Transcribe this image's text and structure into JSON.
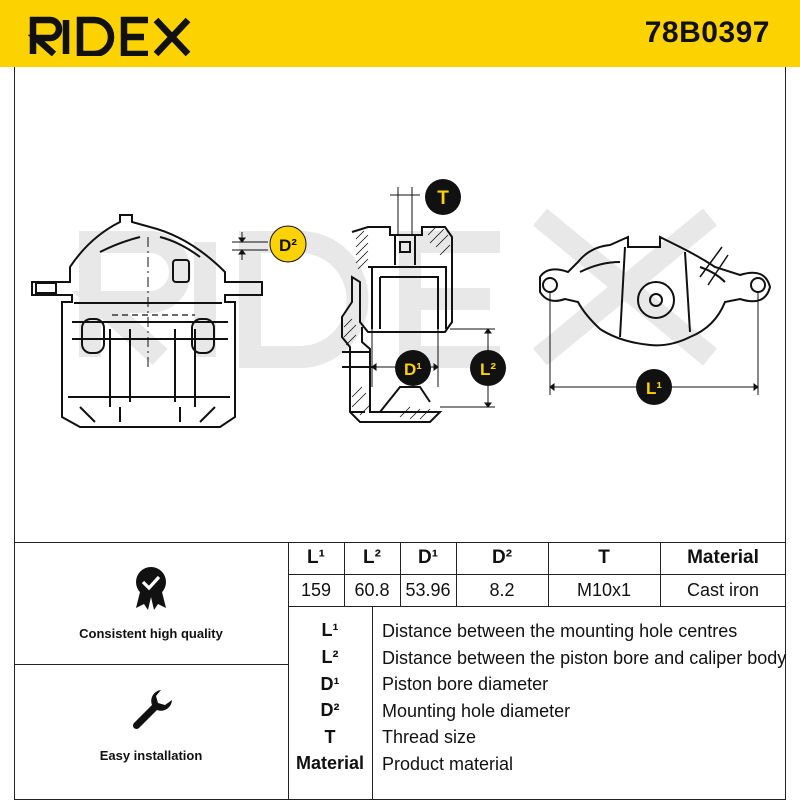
{
  "header": {
    "brand": "RIDEX",
    "part_number": "78B0397",
    "background_color": "#fcd200"
  },
  "diagram": {
    "callouts": {
      "T": "T",
      "D2": "D²",
      "D1": "D¹",
      "L2": "L²",
      "L1": "L¹"
    }
  },
  "features": [
    {
      "icon": "quality-badge-icon",
      "label": "Consistent high quality"
    },
    {
      "icon": "wrench-icon",
      "label": "Easy installation"
    }
  ],
  "spec_table": {
    "headers": [
      "L¹",
      "L²",
      "D¹",
      "D²",
      "T",
      "Material"
    ],
    "values": [
      "159",
      "60.8",
      "53.96",
      "8.2",
      "M10x1",
      "Cast iron"
    ]
  },
  "legend": [
    {
      "key": "L¹",
      "description": "Distance between the mounting hole centres"
    },
    {
      "key": "L²",
      "description": "Distance between the piston bore and caliper body"
    },
    {
      "key": "D¹",
      "description": "Piston bore diameter"
    },
    {
      "key": "D²",
      "description": "Mounting hole diameter"
    },
    {
      "key": "T",
      "description": "Thread size"
    },
    {
      "key": "Material",
      "description": "Product material"
    }
  ]
}
